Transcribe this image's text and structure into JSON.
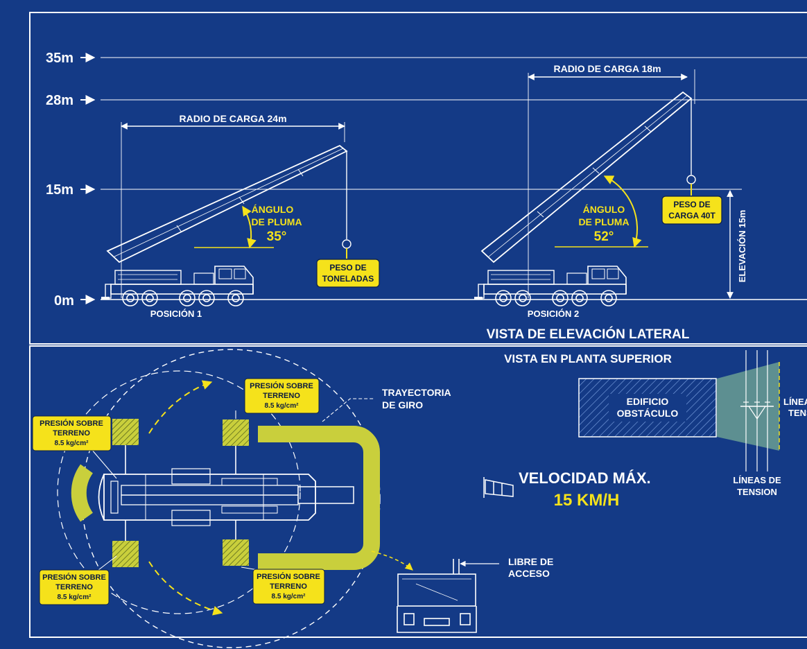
{
  "elevation_view": {
    "title": "VISTA DE ELEVACIÓN LATERAL",
    "levels": [
      {
        "label": "35m",
        "value_m": 35
      },
      {
        "label": "28m",
        "value_m": 28
      },
      {
        "label": "15m",
        "value_m": 15
      },
      {
        "label": "0m",
        "value_m": 0
      }
    ],
    "position_1": {
      "label": "POSICIÓN 1",
      "radius_label": "RADIO DE CARGA 24m",
      "angle_line1": "ÁNGULO",
      "angle_line2": "DE PLUMA",
      "angle_value": "35°",
      "load_line1": "PESO DE",
      "load_line2": "TONELADAS"
    },
    "position_2": {
      "label": "POSICIÓN 2",
      "radius_label": "RADIO DE CARGA 18m",
      "angle_line1": "ÁNGULO",
      "angle_line2": "DE PLUMA",
      "angle_value": "52°",
      "load_line1": "PESO DE",
      "load_line2": "CARGA 40T"
    },
    "elevation_label": "ELEVACIÓN 15m"
  },
  "plan_view": {
    "title": "VISTA EN PLANTA SUPERIOR",
    "trajectory_line1": "TRAYECTORIA",
    "trajectory_line2": "DE GIRO",
    "pressure_top_left": {
      "line1": "PRESIÓN SOBRE",
      "line2": "TERRENO",
      "line3": "8.5 kg/cm²"
    },
    "pressure_top_center": {
      "line1": "PRESIÓN SOBRE",
      "line2": "TERRENO",
      "line3": "8.5 kg/cm²"
    },
    "pressure_bottom_left": {
      "line1": "PRESIÓN SOBRE",
      "line2": "TERRENO",
      "line3": "8.5 kg/cm²"
    },
    "pressure_bottom_center": {
      "line1": "PRESIÓN SOBRE",
      "line2": "TERRENO",
      "line3": "8.5 kg/cm²"
    },
    "building_line1": "EDIFICIO",
    "building_line2": "OBSTÁCULO",
    "power_lines_right_1": "LÍNEAS DE",
    "power_lines_right_2": "TENSION",
    "power_lines_1": "LÍNEAS DE",
    "power_lines_2": "TENSION",
    "speed_line1": "VELOCIDAD MÁX.",
    "speed_line2": "15 KM/H",
    "access_line1": "LIBRE DE",
    "access_line2": "ACCESO"
  },
  "colors": {
    "background": "#143a86",
    "line": "#ffffff",
    "accent_yellow": "#f5e21b",
    "zone_fill": "#c9cf3c",
    "tension_zone": "#5d8f91"
  }
}
